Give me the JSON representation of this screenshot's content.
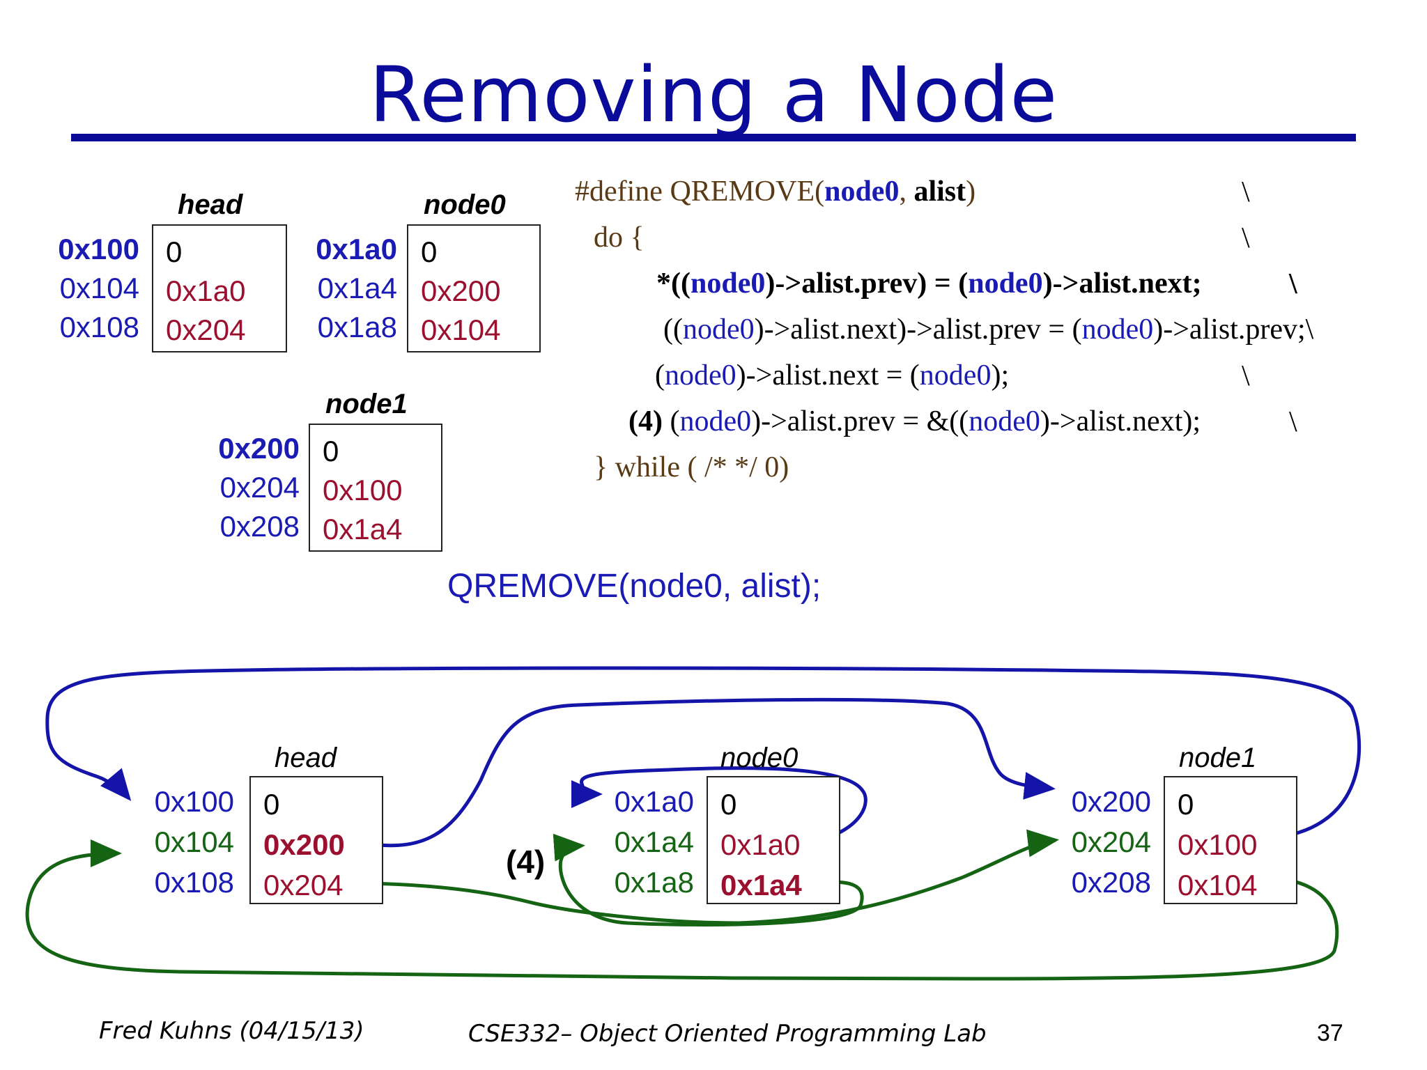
{
  "title": "Removing a Node",
  "top": {
    "head": {
      "label": "head",
      "addrs": [
        "0x100",
        "0x104",
        "0x108"
      ],
      "vals": [
        "0",
        "0x1a0",
        "0x204"
      ]
    },
    "node0": {
      "label": "node0",
      "addrs": [
        "0x1a0",
        "0x1a4",
        "0x1a8"
      ],
      "vals": [
        "0",
        "0x200",
        "0x104"
      ]
    },
    "node1": {
      "label": "node1",
      "addrs": [
        "0x200",
        "0x204",
        "0x208"
      ],
      "vals": [
        "0",
        "0x100",
        "0x1a4"
      ]
    }
  },
  "code": {
    "l1": {
      "a": "#define QREMOVE(",
      "b": "node0",
      "c": ", ",
      "d": "alist",
      "e": ")"
    },
    "l2": {
      "a": "do {"
    },
    "l3": {
      "a": "*((",
      "b": "node0",
      "c": ")->alist.prev) = (",
      "d": "node0",
      "e": ")->alist.next;"
    },
    "l4": {
      "a": "((",
      "b": "node0",
      "c": ")->alist.next)->alist.prev = (",
      "d": "node0",
      "e": ")->alist.prev;\\"
    },
    "l5": {
      "a": "(",
      "b": "node0",
      "c": ")->alist.next = (",
      "d": "node0",
      "e": ");"
    },
    "l6": {
      "a": "(4) ",
      "b": "(",
      "c": "node0",
      "d": ")->alist.prev = &((",
      "e": "node0",
      "f": ")->alist.next);"
    },
    "l7": {
      "a": "} while ( /* */ 0)"
    },
    "backslash": "\\"
  },
  "call": "QREMOVE(node0, alist);",
  "bottom": {
    "head": {
      "label": "head",
      "addrs": [
        "0x100",
        "0x104",
        "0x108"
      ],
      "vals": [
        "0",
        "0x200",
        "0x204"
      ]
    },
    "node0": {
      "label": "node0",
      "addrs": [
        "0x1a0",
        "0x1a4",
        "0x1a8"
      ],
      "vals": [
        "0",
        "0x1a0",
        "0x1a4"
      ]
    },
    "node1": {
      "label": "node1",
      "addrs": [
        "0x200",
        "0x204",
        "0x208"
      ],
      "vals": [
        "0",
        "0x100",
        "0x104"
      ]
    },
    "step_label": "(4)"
  },
  "footer": {
    "author": "Fred Kuhns (04/15/13)",
    "course": "CSE332– Object Oriented Programming Lab",
    "page": "37"
  },
  "colors": {
    "title": "#0b0b9b",
    "address": "#1a1ab4",
    "value": "#9b0f2f",
    "green": "#146414"
  }
}
